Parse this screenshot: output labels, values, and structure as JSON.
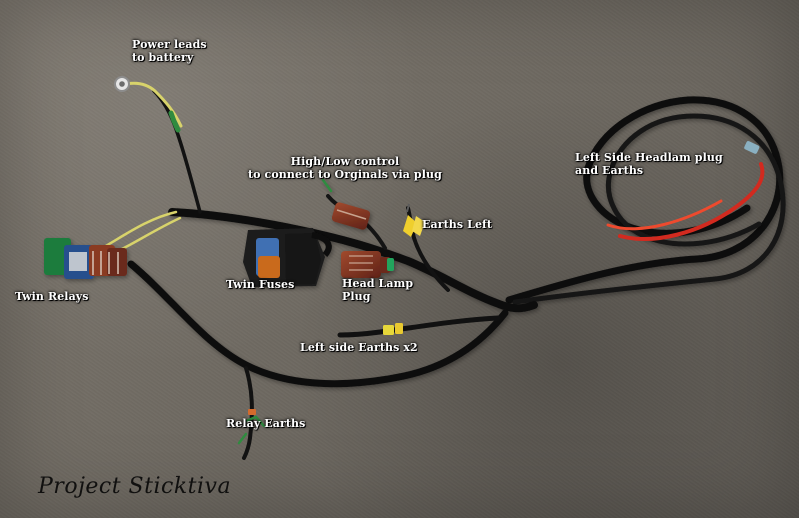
{
  "labels": {
    "power_leads": "Power leads\nto battery",
    "high_low_control": "High/Low control\nto connect to Orginals via plug",
    "left_side_headlamp": "Left Side Headlam plug\nand Earths",
    "earths_left": "Earths Left",
    "twin_relays": "Twin Relays",
    "twin_fuses": "Twin Fuses",
    "head_lamp_plug": "Head Lamp\nPlug",
    "left_side_earths": "Left side Earths  x2",
    "relay_earths": "Relay Earths"
  },
  "watermark": "Project Sticktiva",
  "colors": {
    "carpet": "#7e786f",
    "cable": "#111111",
    "yellow_wire": "#d8d36b",
    "green_wire": "#2f8b3f",
    "red_wire": "#d22a1f",
    "relay_blue": "#264f8d",
    "relay_green": "#1b7b3e",
    "fuse_orange": "#c96a1d",
    "fuse_blue": "#3f6fb3",
    "headlamp_plug": "#8a3b23"
  }
}
